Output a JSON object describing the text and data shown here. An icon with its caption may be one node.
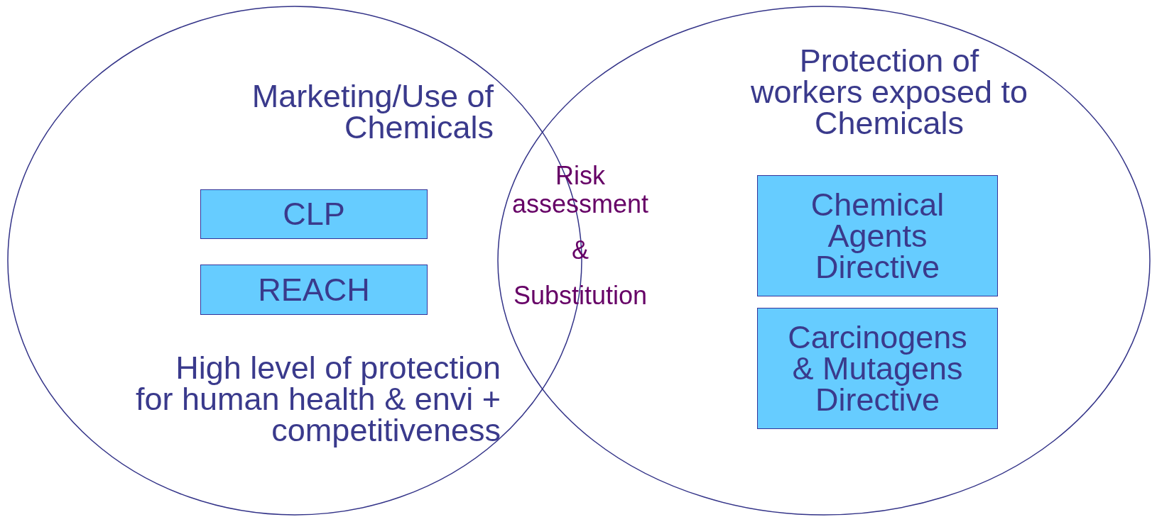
{
  "diagram": {
    "nodes": [
      {
        "text": [
          "Marketing/Use of Chemicals",
          "High level of protection for human health & envi + competitiveness"
        ]
      },
      {
        "text": [
          "CLP"
        ],
        "in": 0
      },
      {
        "text": [
          "REACH"
        ],
        "in": 0
      },
      {
        "text": [
          "Protection of workers exposed to Chemicals"
        ]
      },
      {
        "text": [
          "Chemical Agents Directive"
        ],
        "in": 3
      },
      {
        "text": [
          "Carcinogens & Mutagens Directive"
        ],
        "in": 3
      }
    ],
    "edges": [],
    "labels": [
      "Risk assessment",
      "&",
      "Substitution"
    ]
  }
}
